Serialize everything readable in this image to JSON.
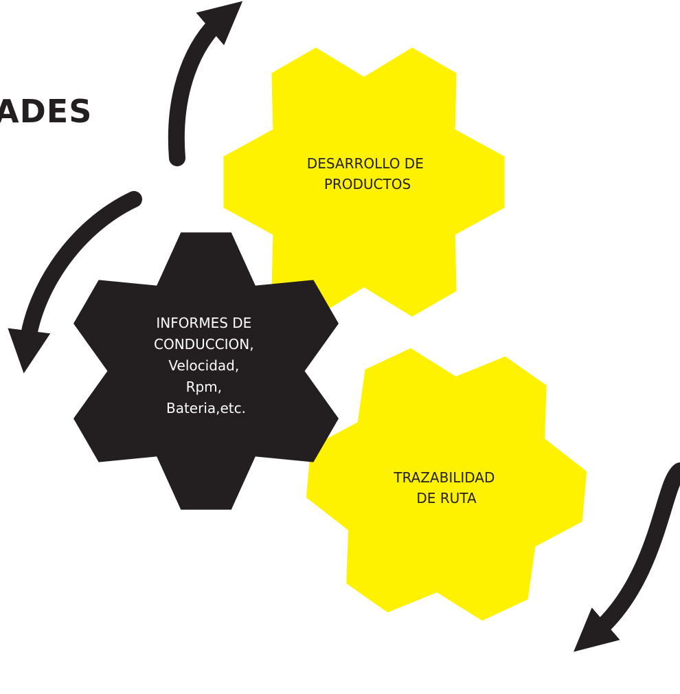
{
  "heading": {
    "text": "ADES",
    "color": "#231f20"
  },
  "gears": [
    {
      "id": "desarrollo",
      "lines": [
        "DESARROLLO DE",
        "PRODUCTOS"
      ],
      "fill": "#fff200",
      "text_color": "#231f20"
    },
    {
      "id": "informes",
      "lines": [
        "INFORMES DE",
        "CONDUCCION,",
        "Velocidad,",
        "Rpm,",
        "Bateria,etc."
      ],
      "fill": "#231f20",
      "text_color": "#ffffff"
    },
    {
      "id": "trazabilidad",
      "lines": [
        "TRAZABILIDAD",
        "DE RUTA"
      ],
      "fill": "#fff200",
      "text_color": "#231f20"
    }
  ],
  "arrows": {
    "color": "#231f20",
    "count": 3
  }
}
